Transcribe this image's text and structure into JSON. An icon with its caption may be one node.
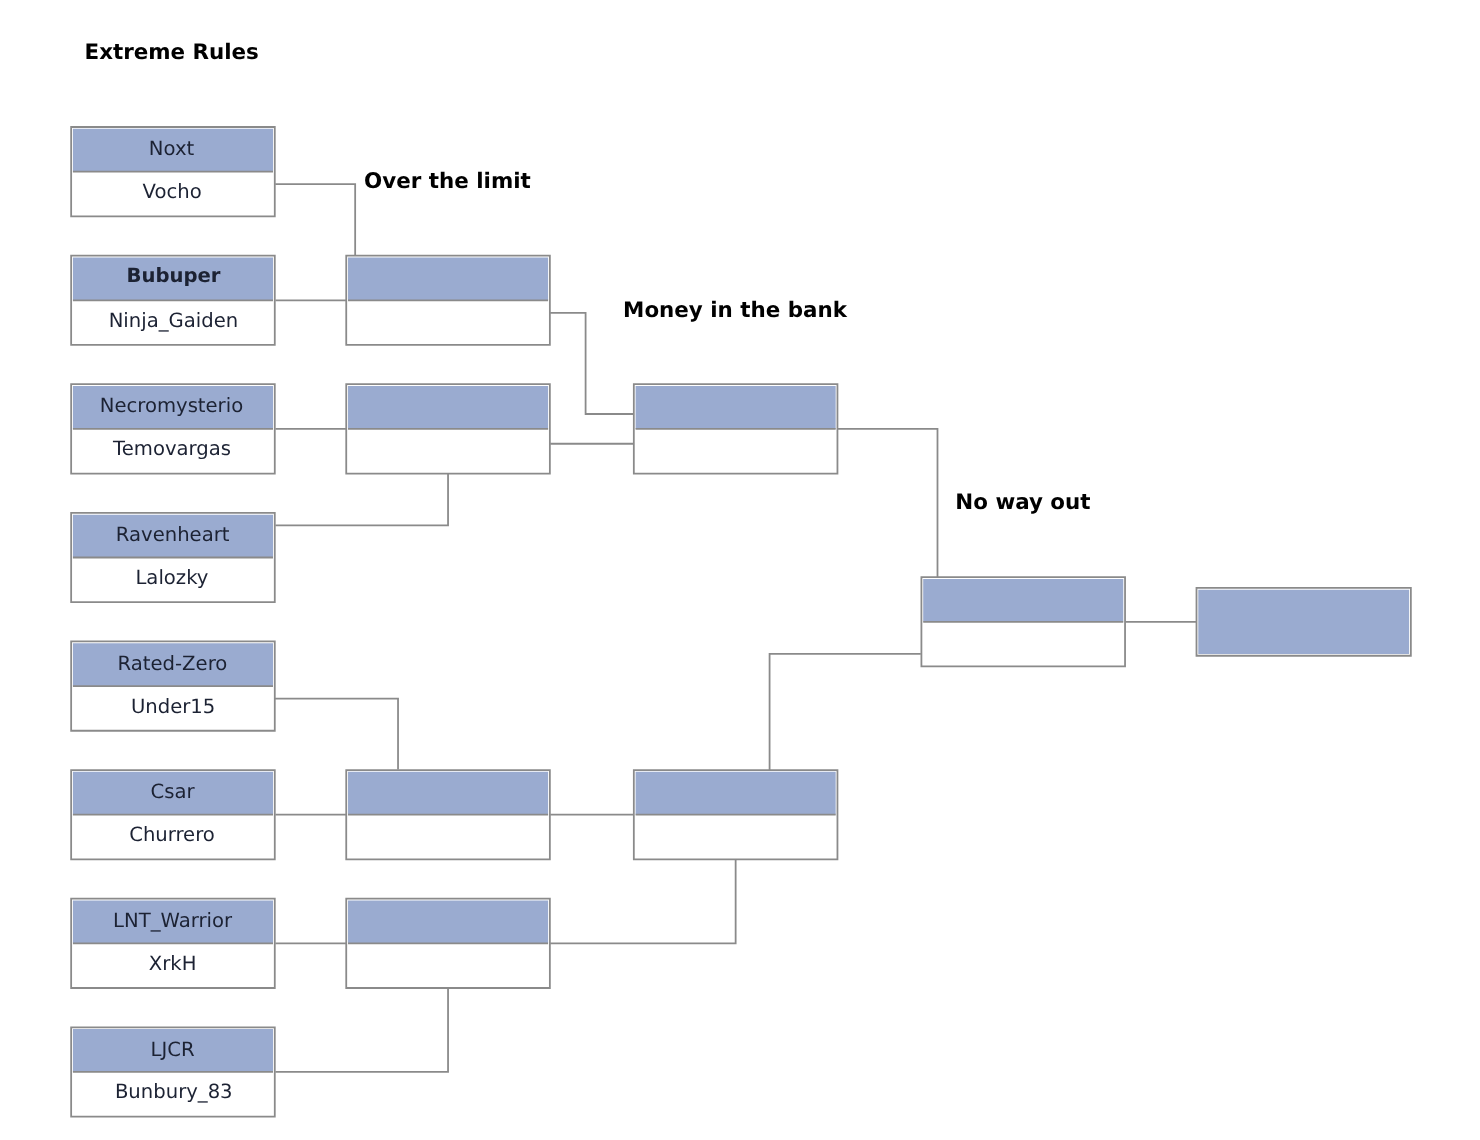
{
  "diagram": {
    "nodes": [
      {
        "text": [
          "Noxt",
          "Vocho"
        ]
      },
      {
        "text": [
          "Bubuper",
          "Ninja_Gaiden"
        ]
      },
      {
        "text": [
          "Necromysterio",
          "Temovargas"
        ]
      },
      {
        "text": [
          "Ravenheart",
          "Lalozky"
        ]
      },
      {
        "text": [
          "Rated-Zero",
          "Under15"
        ]
      },
      {
        "text": [
          "Csar",
          "Churrero"
        ]
      },
      {
        "text": [
          "LNT_Warrior",
          "XrkH"
        ]
      },
      {
        "text": [
          "LJCR",
          "Bunbury_83"
        ]
      },
      {
        "text": [],
        "shape": "box"
      },
      {
        "text": [],
        "shape": "box"
      },
      {
        "text": [],
        "shape": "box"
      },
      {
        "text": [],
        "shape": "box"
      },
      {
        "text": [],
        "shape": "box"
      },
      {
        "text": [],
        "shape": "box"
      },
      {
        "text": [],
        "shape": "box"
      },
      {
        "text": [],
        "shape": "box"
      }
    ],
    "edges": [
      {
        "from": 0,
        "to": 8,
        "arrow": "none"
      },
      {
        "from": 1,
        "to": 8,
        "arrow": "none"
      },
      {
        "from": 2,
        "to": 9,
        "arrow": "none"
      },
      {
        "from": 3,
        "to": 9,
        "arrow": "none"
      },
      {
        "from": 4,
        "to": 10,
        "arrow": "none"
      },
      {
        "from": 5,
        "to": 10,
        "arrow": "none"
      },
      {
        "from": 6,
        "to": 11,
        "arrow": "none"
      },
      {
        "from": 7,
        "to": 11,
        "arrow": "none"
      },
      {
        "from": 8,
        "to": 12,
        "arrow": "none"
      },
      {
        "from": 9,
        "to": 12,
        "arrow": "none"
      },
      {
        "from": 10,
        "to": 13,
        "arrow": "none"
      },
      {
        "from": 11,
        "to": 13,
        "arrow": "none"
      },
      {
        "from": 12,
        "to": 14,
        "arrow": "none"
      },
      {
        "from": 13,
        "to": 14,
        "arrow": "none"
      },
      {
        "from": 14,
        "to": 15,
        "arrow": "none"
      }
    ],
    "labels": [
      "Extreme Rules",
      "Over the limit",
      "Money in the bank",
      "No way out"
    ]
  }
}
